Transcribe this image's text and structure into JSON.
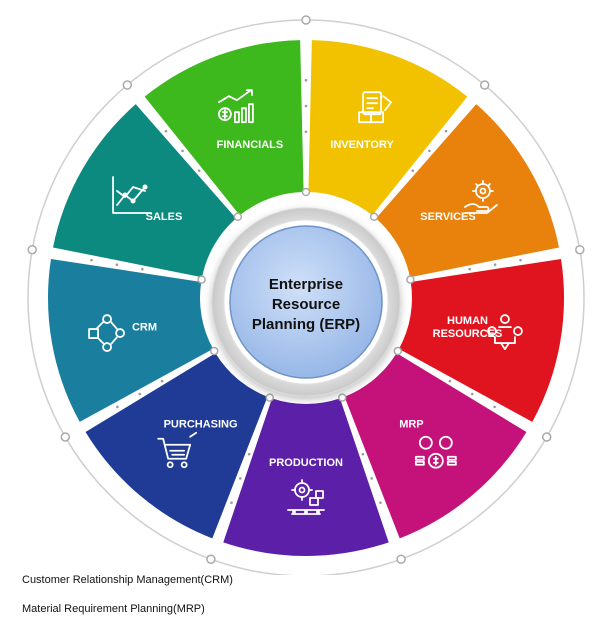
{
  "center": {
    "lines": [
      "Enterprise",
      "Resource",
      "Planning (ERP)"
    ]
  },
  "segments": [
    {
      "label": "INVENTORY",
      "lines": [
        "INVENTORY"
      ],
      "color": "#f2c200",
      "icon": "clipboard-boxes-icon"
    },
    {
      "label": "SERVICES",
      "lines": [
        "SERVICES"
      ],
      "color": "#e8820c",
      "icon": "gear-hand-icon"
    },
    {
      "label": "HUMAN RESOURCES",
      "lines": [
        "HUMAN",
        "RESOURCES"
      ],
      "color": "#e0141f",
      "icon": "people-network-icon"
    },
    {
      "label": "MRP",
      "lines": [
        "MRP"
      ],
      "color": "#c4127a",
      "icon": "gears-money-icon"
    },
    {
      "label": "PRODUCTION",
      "lines": [
        "PRODUCTION"
      ],
      "color": "#5b1fa8",
      "icon": "gear-conveyor-icon"
    },
    {
      "label": "PURCHASING",
      "lines": [
        "PURCHASING"
      ],
      "color": "#1f3b96",
      "icon": "shopping-cart-icon"
    },
    {
      "label": "CRM",
      "lines": [
        "CRM"
      ],
      "color": "#1a7f9e",
      "icon": "crm-network-icon"
    },
    {
      "label": "SALES",
      "lines": [
        "SALES"
      ],
      "color": "#0d8a80",
      "icon": "line-chart-icon"
    },
    {
      "label": "FINANCIALS",
      "lines": [
        "FINANCIALS"
      ],
      "color": "#3db81d",
      "icon": "money-growth-icon"
    }
  ],
  "footnotes": {
    "crm": "Customer Relationship Management(CRM)",
    "mrp": "Material Requirement Planning(MRP)"
  }
}
